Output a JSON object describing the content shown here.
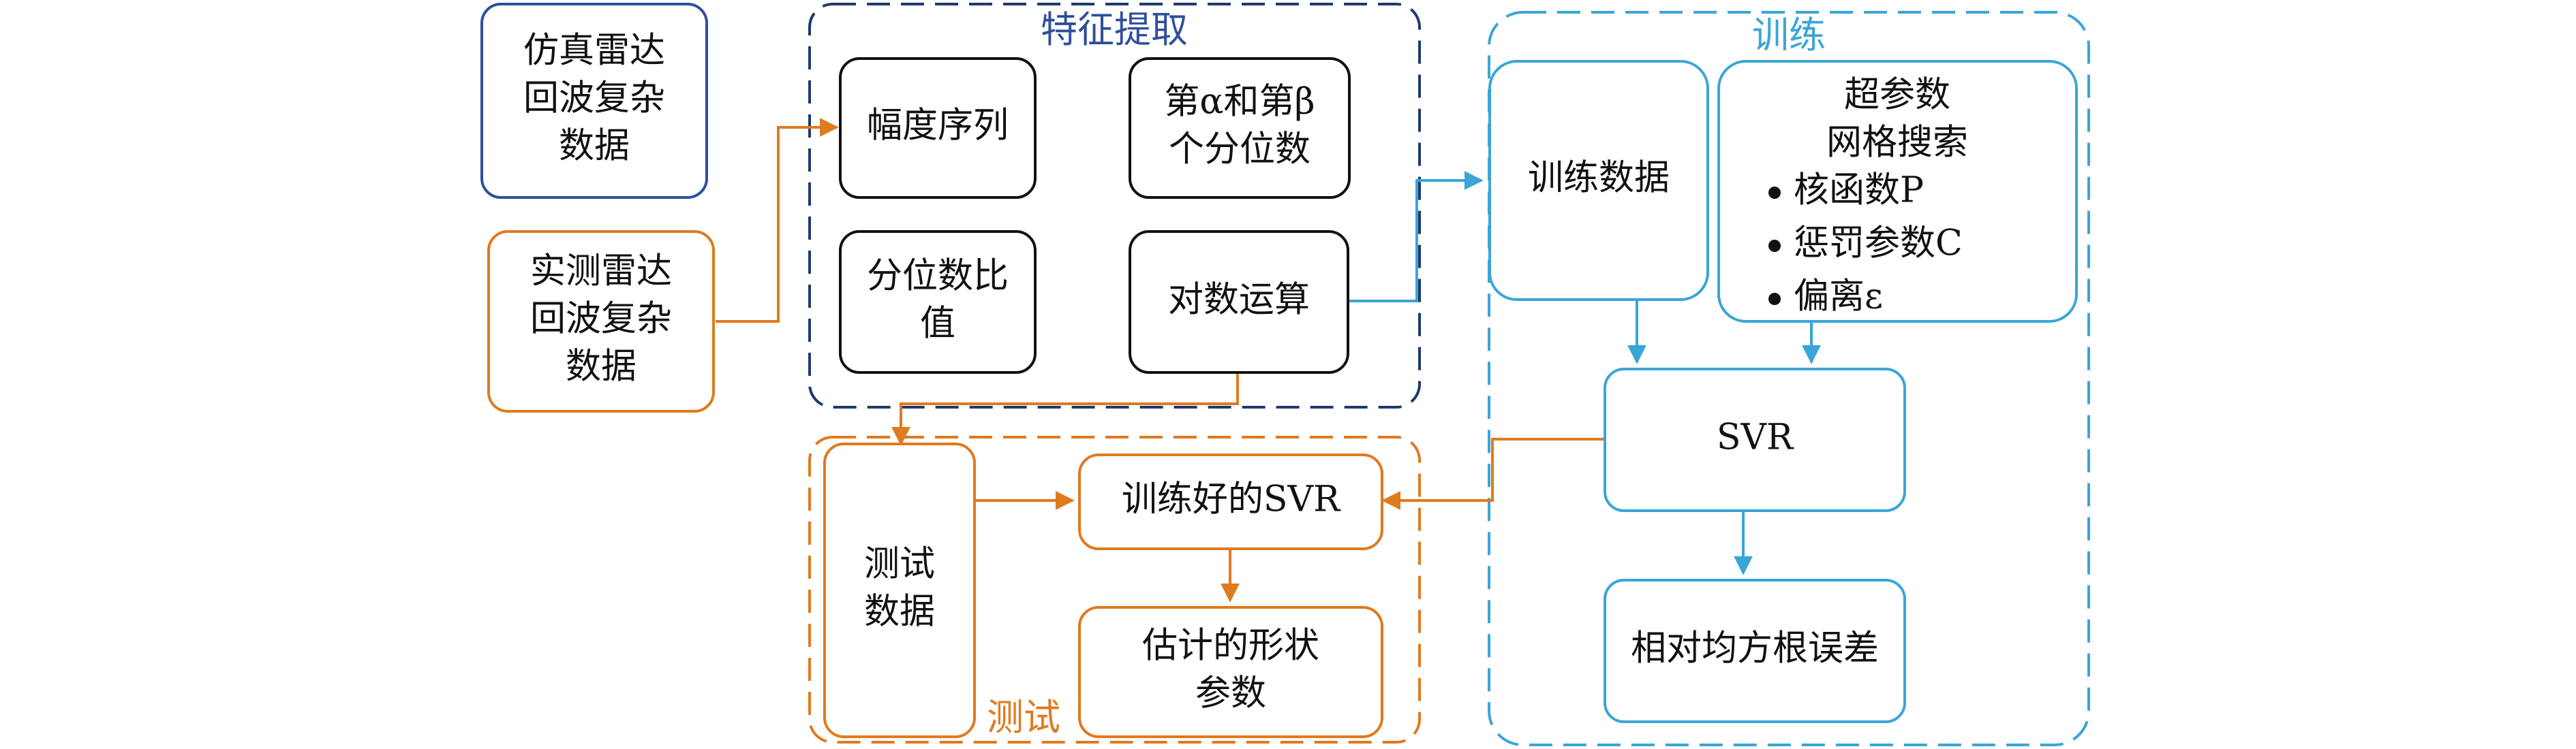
{
  "colors": {
    "blue_dark": "#2f4f9a",
    "navy": "#1e3a6e",
    "orange": "#e07a1f",
    "light_blue": "#3aa5d8",
    "text": "#111111"
  },
  "groups": {
    "feature_extraction": {
      "title": "特征提取"
    },
    "training": {
      "title": "训练"
    },
    "testing": {
      "title": "测试"
    }
  },
  "nodes": {
    "sim_radar": {
      "lines": [
        "仿真雷达",
        "回波复杂",
        "数据"
      ]
    },
    "real_radar": {
      "lines": [
        "实测雷达",
        "回波复杂",
        "数据"
      ]
    },
    "amplitude_seq": {
      "lines": [
        "幅度序列"
      ]
    },
    "quantiles": {
      "lines": [
        "第α和第β",
        "个分位数"
      ]
    },
    "quantile_ratio": {
      "lines": [
        "分位数比",
        "值"
      ]
    },
    "log_op": {
      "lines": [
        "对数运算"
      ]
    },
    "train_data": {
      "lines": [
        "训练数据"
      ]
    },
    "hyperparam": {
      "lines": [
        "超参数",
        "网格搜索"
      ],
      "bullets": [
        "核函数P",
        "惩罚参数C",
        "偏离ε"
      ]
    },
    "svr": {
      "lines": [
        "SVR"
      ]
    },
    "rmse": {
      "lines": [
        "相对均方根误差"
      ]
    },
    "test_data": {
      "lines": [
        "测试",
        "数据"
      ]
    },
    "trained_svr": {
      "lines": [
        "训练好的SVR"
      ]
    },
    "estimated_shape": {
      "lines": [
        "估计的形状",
        "参数"
      ]
    }
  }
}
